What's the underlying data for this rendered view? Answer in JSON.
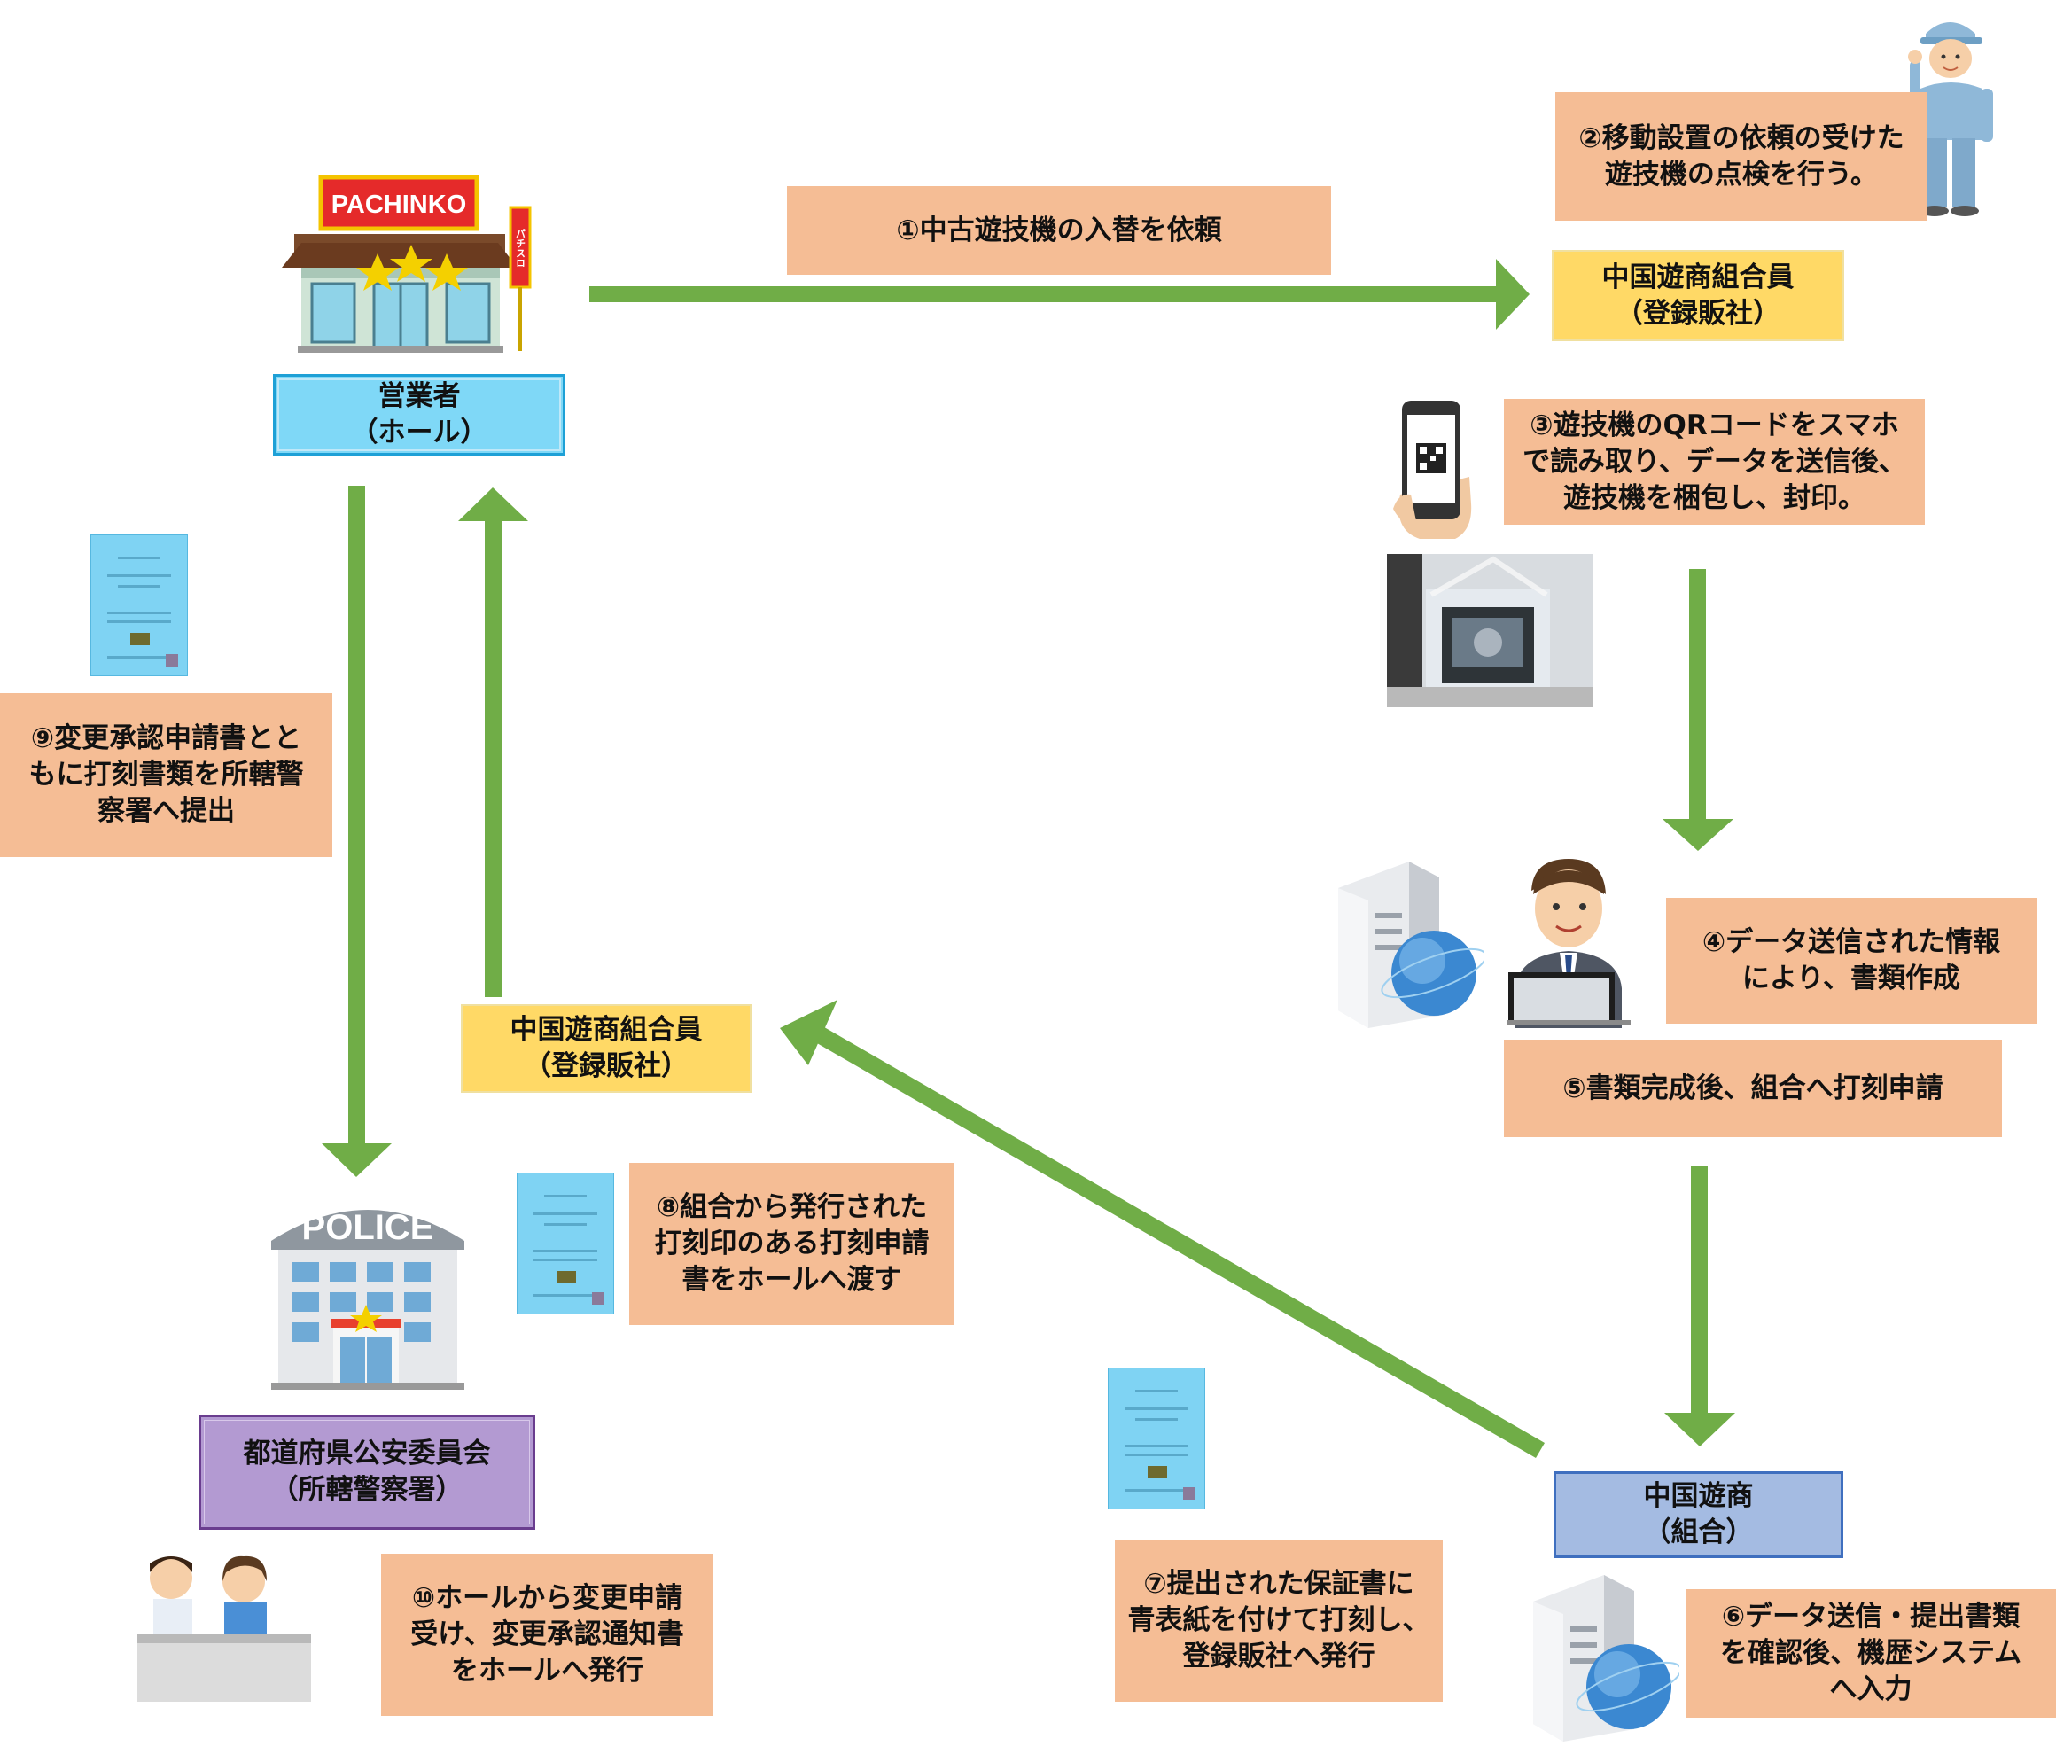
{
  "nodes": {
    "hall": [
      "営業者",
      "（ホール）"
    ],
    "dealer_top": [
      "中国遊商組合員",
      "（登録販社）"
    ],
    "dealer_mid": [
      "中国遊商組合員",
      "（登録販社）"
    ],
    "commission": [
      "都道府県公安委員会",
      "（所轄警察署）"
    ],
    "union": [
      "中国遊商",
      "（組合）"
    ]
  },
  "steps": {
    "s1": [
      "①中古遊技機の入替を依頼"
    ],
    "s2": [
      "②移動設置の依頼の受けた",
      "遊技機の点検を行う。"
    ],
    "s3": [
      "③遊技機のQRコードをスマホ",
      "で読み取り、データを送信後、",
      "遊技機を梱包し、封印。"
    ],
    "s4": [
      "④データ送信された情報",
      "により、書類作成"
    ],
    "s5": [
      "⑤書類完成後、組合へ打刻申請"
    ],
    "s6": [
      "⑥データ送信・提出書類",
      "を確認後、機歴システム",
      "へ入力"
    ],
    "s7": [
      "⑦提出された保証書に",
      "青表紙を付けて打刻し、",
      "登録販社へ発行"
    ],
    "s8": [
      "⑧組合から発行された",
      "打刻印のある打刻申請",
      "書をホールへ渡す"
    ],
    "s9": [
      "⑨変更承認申請書とと",
      "もに打刻書類を所轄警",
      "察署へ提出"
    ],
    "s10": [
      "⑩ホールから変更申請",
      "受け、変更承認通知書",
      "をホールへ発行"
    ]
  },
  "illustrations": {
    "pachinko_sign": "PACHINKO",
    "pachislo_sign": "パチスロ",
    "police_sign": "POLICE"
  },
  "colors": {
    "arrow": "#70ad47",
    "step_box": "#f5bd95",
    "dealer_box": "#ffd966",
    "hall_box": "#7fd8f7",
    "commission_box": "#b39ad2",
    "union_box": "#a4bbe2"
  },
  "icons": [
    "pachinko-hall-icon",
    "worker-icon",
    "smartphone-qr-icon",
    "packed-machine-photo",
    "server-globe-icon",
    "office-worker-icon",
    "police-station-icon",
    "reception-staff-icon",
    "application-document-icon"
  ]
}
